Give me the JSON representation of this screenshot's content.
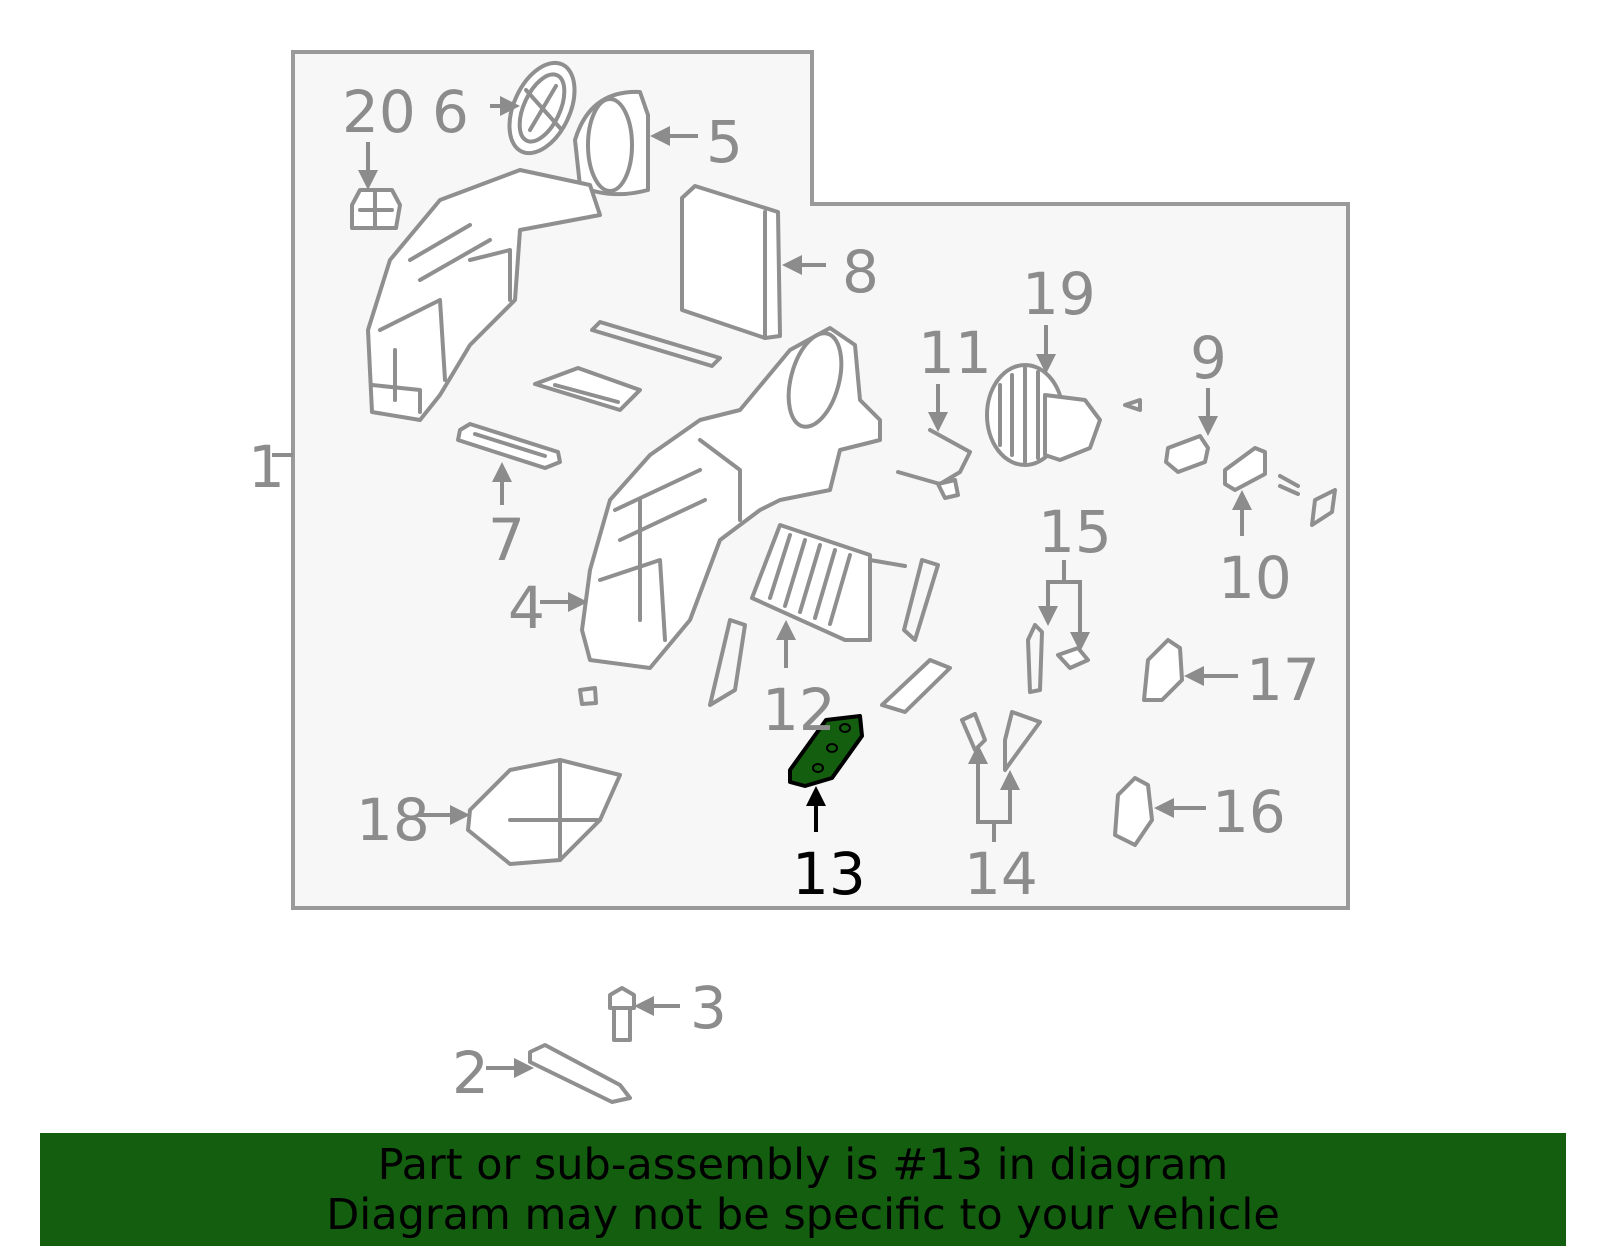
{
  "diagram": {
    "labels": {
      "1": "1",
      "2": "2",
      "3": "3",
      "4": "4",
      "5": "5",
      "6": "6",
      "7": "7",
      "8": "8",
      "9": "9",
      "10": "10",
      "11": "11",
      "12": "12",
      "13": "13",
      "14": "14",
      "15": "15",
      "16": "16",
      "17": "17",
      "18": "18",
      "19": "19",
      "20": "20"
    },
    "highlighted_part": "13",
    "colors": {
      "label_gray": "#8c8c8c",
      "line_gray": "#8f8f8f",
      "panel_bg": "#f7f7f7",
      "highlight_green": "#145e10",
      "banner_green": "#145e10"
    }
  },
  "footer": {
    "line1": "Part or sub-assembly is #13 in diagram",
    "line2": "Diagram may not be specific to your vehicle"
  }
}
